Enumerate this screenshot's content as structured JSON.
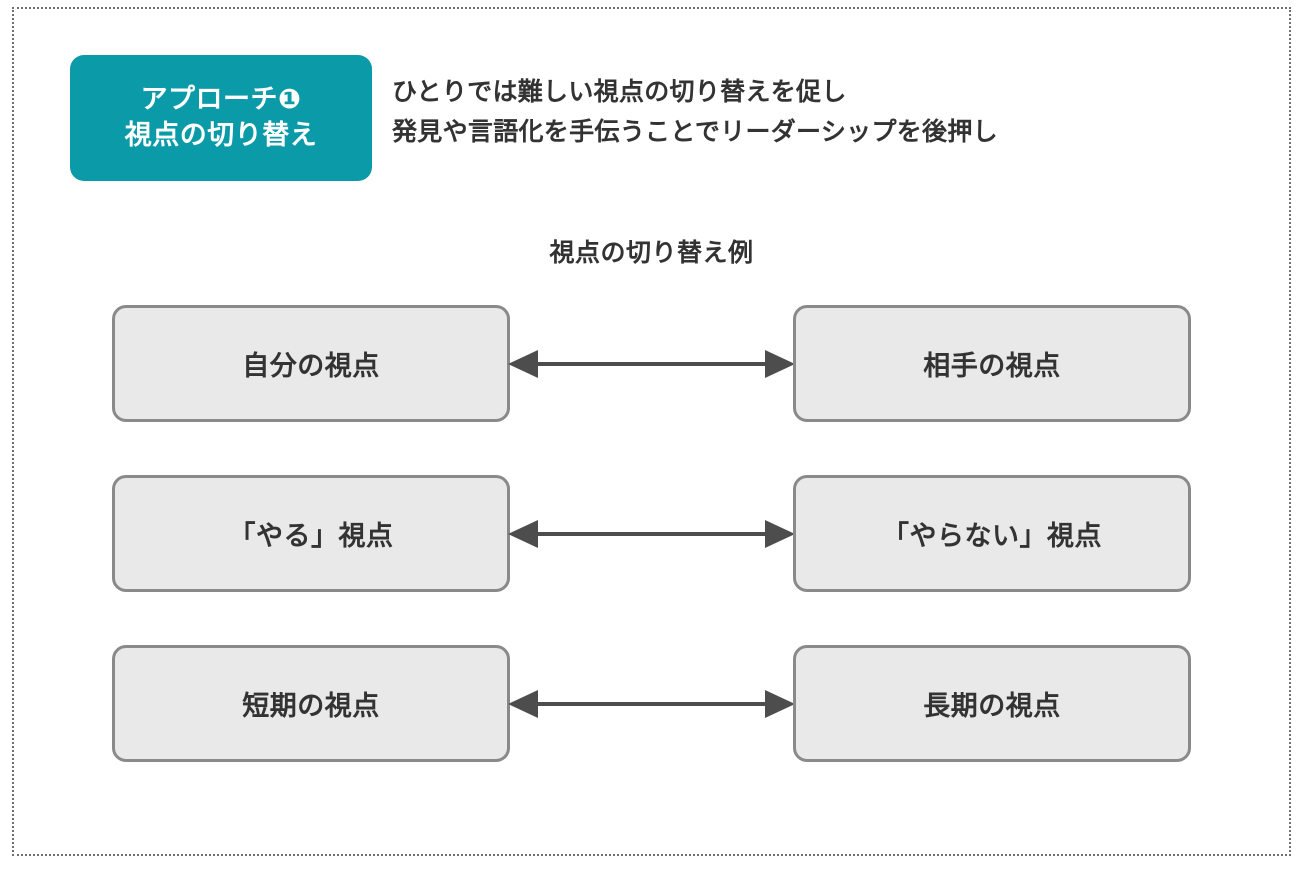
{
  "badge": {
    "line1": "アプローチ❶",
    "line2": "視点の切り替え",
    "color": "#0b9aa8",
    "text_color": "#ffffff"
  },
  "header": {
    "line1": "ひとりでは難しい視点の切り替えを促し",
    "line2": "発見や言語化を手伝うことでリーダーシップを後押し",
    "text_color": "#333333"
  },
  "section": {
    "title": "視点の切り替え例"
  },
  "diagram": {
    "box_fill": "#e9e9e9",
    "box_border": "#8a8a8a",
    "arrow_color": "#4d4d4d",
    "pairs": [
      {
        "left": "自分の視点",
        "right": "相手の視点",
        "connector": "double-arrow"
      },
      {
        "left": "「やる」視点",
        "right": "「やらない」視点",
        "connector": "double-arrow"
      },
      {
        "left": "短期の視点",
        "right": "長期の視点",
        "connector": "double-arrow"
      }
    ]
  },
  "frame": {
    "style": "dotted",
    "color": "#707070"
  }
}
